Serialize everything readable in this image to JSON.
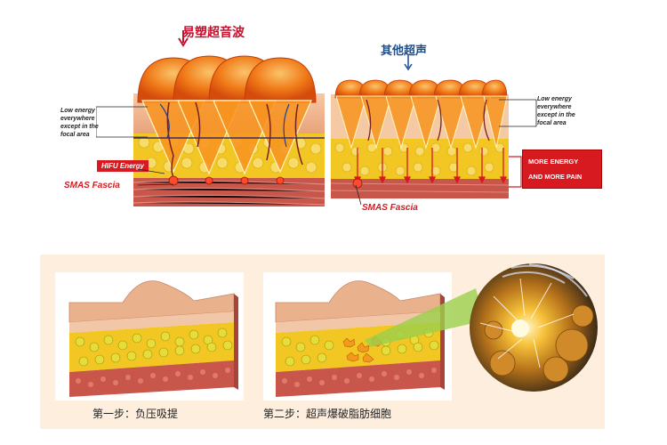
{
  "top_left": {
    "title": "易塑超音波",
    "note_lines": [
      "Low energy",
      "everywhere",
      "except in the",
      "focal area"
    ],
    "hifu_label": "HIFU Energy",
    "smas_label": "SMAS Fascia"
  },
  "top_right": {
    "title": "其他超声",
    "note_lines": [
      "Low energy",
      "everywhere",
      "except in the",
      "focal area"
    ],
    "energy_lines": [
      "MORE ENERGY",
      "AND MORE PAIN"
    ],
    "smas_label": "SMAS Fascia"
  },
  "bottom": {
    "step1": "第一步：负压吸提",
    "step2": "第二步：超声爆破脂肪细胞"
  },
  "colors": {
    "red": "#d71920",
    "orange": "#f07a18",
    "fat": "#f2c623",
    "muscle": "#c8564a",
    "panel": "#fdeede"
  }
}
